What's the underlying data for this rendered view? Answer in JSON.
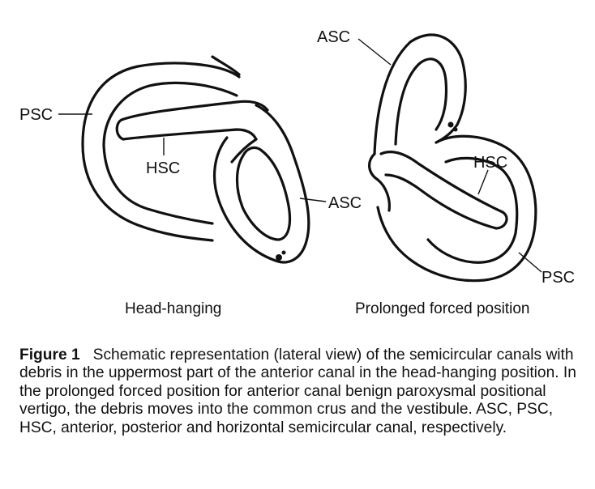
{
  "figure": {
    "left_panel": {
      "subcaption": "Head-hanging",
      "labels": {
        "psc": "PSC",
        "hsc": "HSC",
        "asc": "ASC"
      }
    },
    "right_panel": {
      "subcaption": "Prolonged forced position",
      "labels": {
        "asc": "ASC",
        "hsc": "HSC",
        "psc": "PSC"
      }
    }
  },
  "caption": {
    "label": "Figure 1",
    "text": "Schematic representation (lateral view) of the semicircular canals with debris in the uppermost part of the anterior canal in the head-hanging position. In the prolonged forced position for anterior canal benign paroxysmal positional vertigo, the debris moves into the common crus and the vestibule. ASC, PSC, HSC, anterior, posterior and horizontal semicircular canal, respectively."
  }
}
